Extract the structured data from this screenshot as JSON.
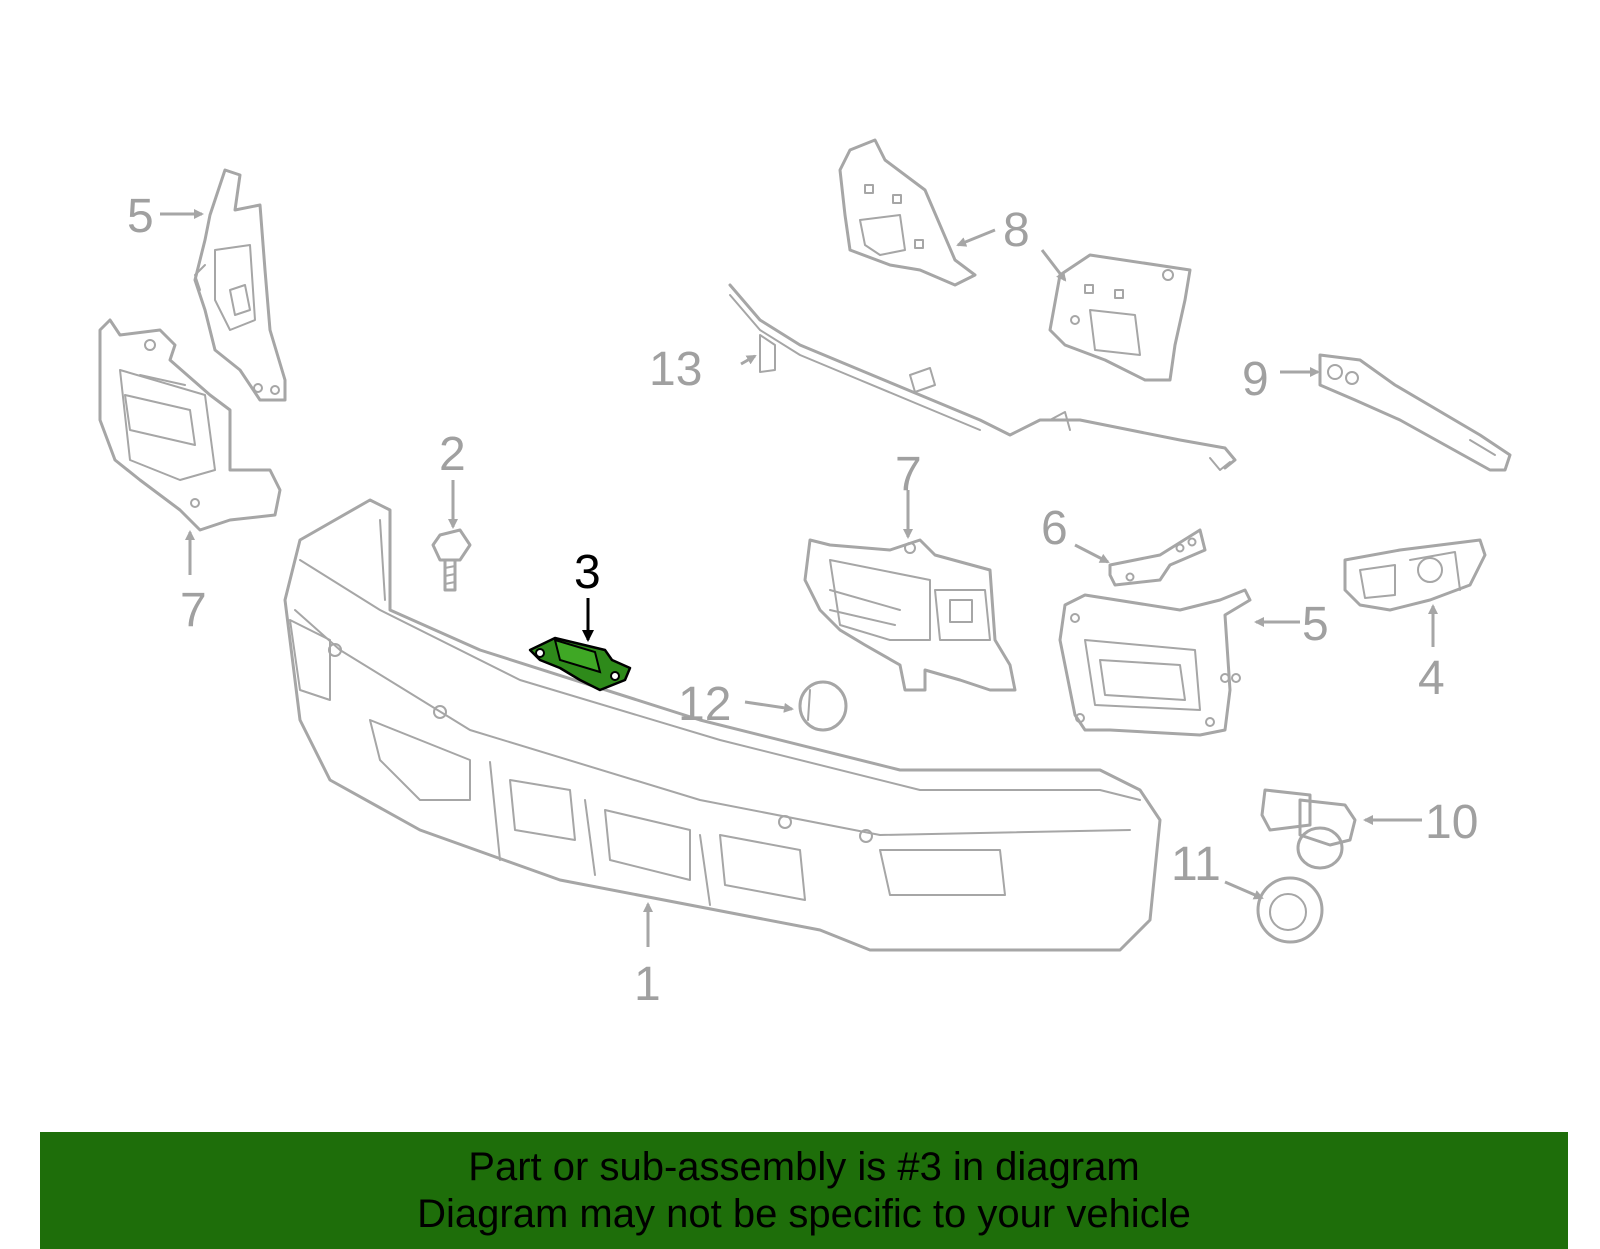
{
  "highlight_color": "#1e6e0a",
  "callouts": {
    "c1": "1",
    "c2": "2",
    "c3": "3",
    "c4": "4",
    "c5a": "5",
    "c5b": "5",
    "c6": "6",
    "c7a": "7",
    "c7b": "7",
    "c8": "8",
    "c9": "9",
    "c10": "10",
    "c11": "11",
    "c12": "12",
    "c13": "13"
  },
  "banner": {
    "line1": "Part or sub-assembly is #3 in diagram",
    "line2": "Diagram may not be specific to your vehicle"
  }
}
